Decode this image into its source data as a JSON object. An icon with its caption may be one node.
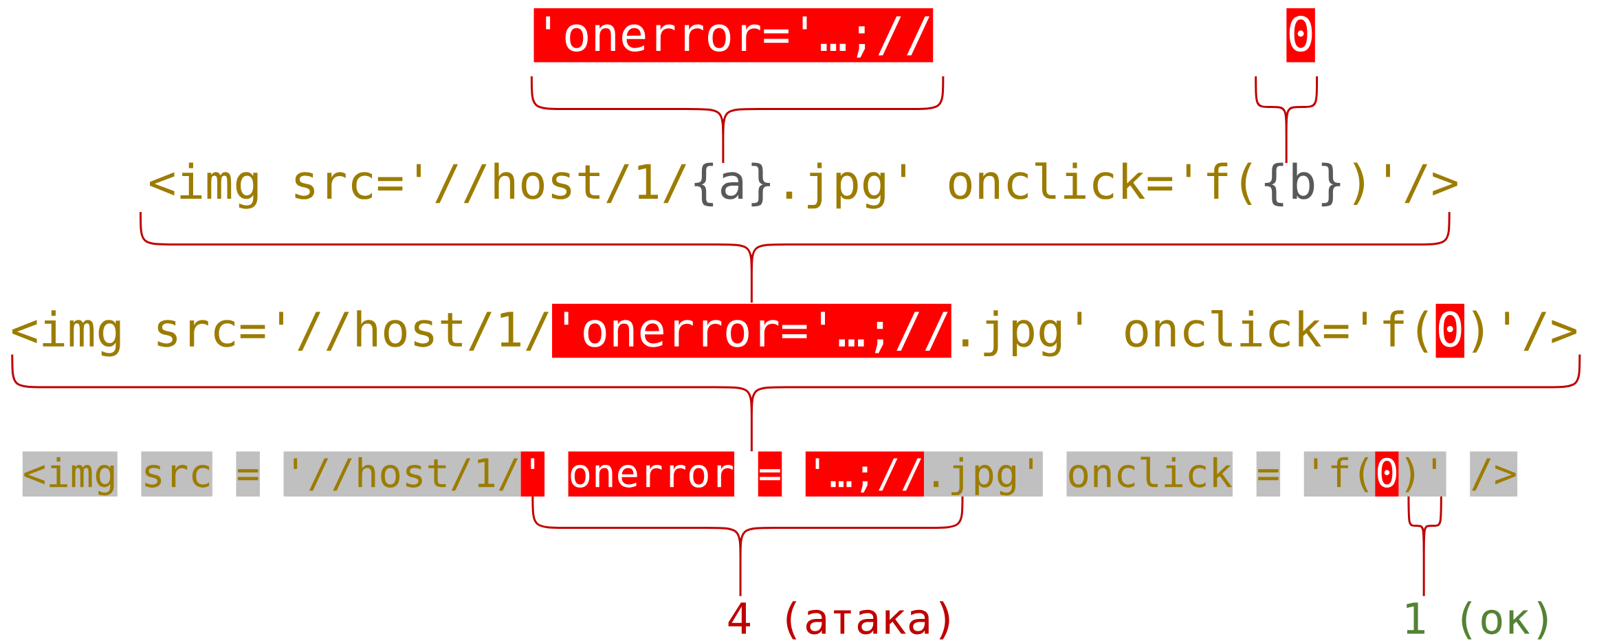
{
  "diagram": {
    "labels": [
      "'onerror='…;//",
      "0",
      "<img src='//host/1/",
      "{a}",
      ".jpg' onclick='f(",
      "{b}",
      ")'/>",
      "<img src='//host/1/",
      "'onerror='…;//",
      ".jpg' onclick='f(",
      "0",
      ")'/>",
      "<img",
      "src",
      "=",
      "'//host/1/",
      "'",
      "onerror",
      "=",
      "'…;//",
      ".jpg'",
      "onclick",
      "=",
      "'f(",
      "0",
      ")'",
      "/>",
      "4 (атака)",
      "1 (ок)"
    ]
  }
}
